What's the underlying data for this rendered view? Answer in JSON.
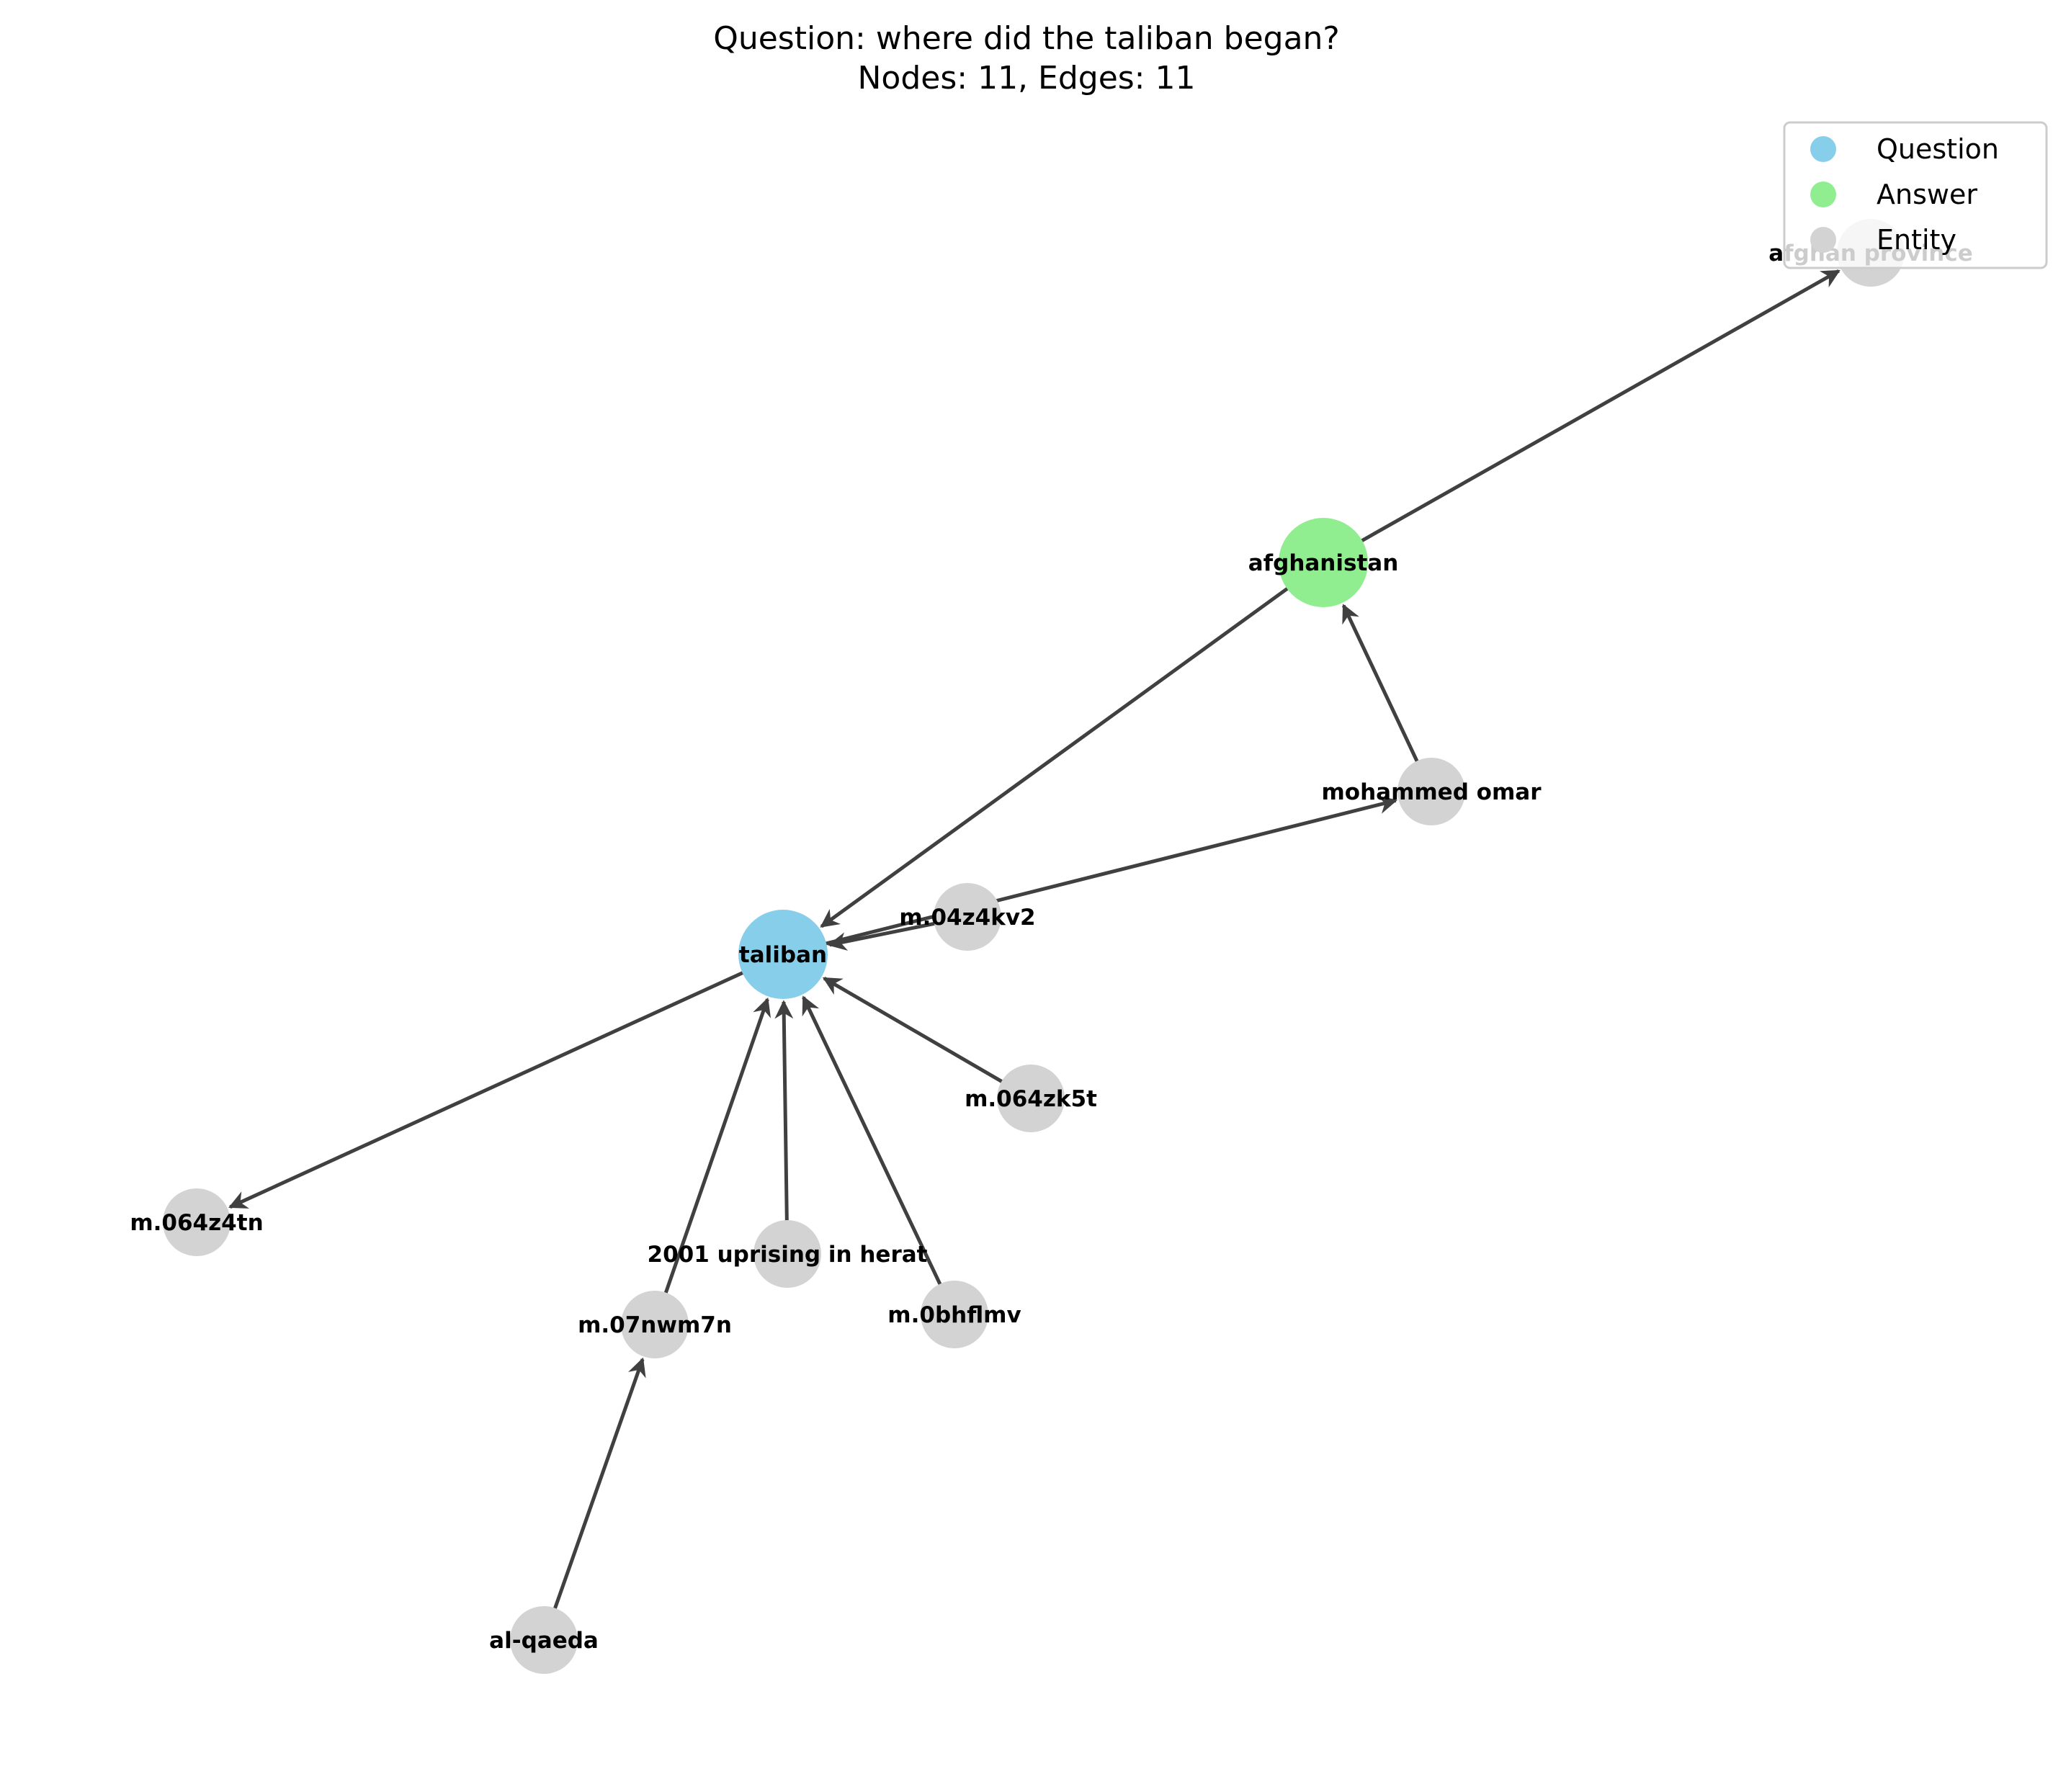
{
  "title": {
    "line1": "Question: where did the taliban began?",
    "line2": "Nodes: 11, Edges: 11"
  },
  "colors": {
    "question": "#87ceeb",
    "answer": "#90ee90",
    "entity": "#d3d3d3",
    "edge": "#404040"
  },
  "legend": [
    {
      "label": "Question",
      "type": "question"
    },
    {
      "label": "Answer",
      "type": "answer"
    },
    {
      "label": "Entity",
      "type": "entity"
    }
  ],
  "nodes": [
    {
      "id": "taliban",
      "label": "taliban",
      "type": "question"
    },
    {
      "id": "afghanistan",
      "label": "afghanistan",
      "type": "answer"
    },
    {
      "id": "afghan_province",
      "label": "afghan province",
      "type": "entity"
    },
    {
      "id": "mohammed_omar",
      "label": "mohammed omar",
      "type": "entity"
    },
    {
      "id": "m_04z4kv2",
      "label": "m.04z4kv2",
      "type": "entity"
    },
    {
      "id": "m_064zk5t",
      "label": "m.064zk5t",
      "type": "entity"
    },
    {
      "id": "m_064z4tn",
      "label": "m.064z4tn",
      "type": "entity"
    },
    {
      "id": "uprising_herat",
      "label": "2001 uprising in herat",
      "type": "entity"
    },
    {
      "id": "m_0bhflmv",
      "label": "m.0bhflmv",
      "type": "entity"
    },
    {
      "id": "m_07nwm7n",
      "label": "m.07nwm7n",
      "type": "entity"
    },
    {
      "id": "al_qaeda",
      "label": "al-qaeda",
      "type": "entity"
    }
  ],
  "edges": [
    {
      "source": "afghanistan",
      "target": "afghan_province"
    },
    {
      "source": "afghanistan",
      "target": "taliban"
    },
    {
      "source": "mohammed_omar",
      "target": "afghanistan"
    },
    {
      "source": "taliban",
      "target": "mohammed_omar"
    },
    {
      "source": "m_04z4kv2",
      "target": "taliban"
    },
    {
      "source": "m_064zk5t",
      "target": "taliban"
    },
    {
      "source": "taliban",
      "target": "m_064z4tn"
    },
    {
      "source": "uprising_herat",
      "target": "taliban"
    },
    {
      "source": "m_0bhflmv",
      "target": "taliban"
    },
    {
      "source": "m_07nwm7n",
      "target": "taliban"
    },
    {
      "source": "al_qaeda",
      "target": "m_07nwm7n"
    }
  ]
}
